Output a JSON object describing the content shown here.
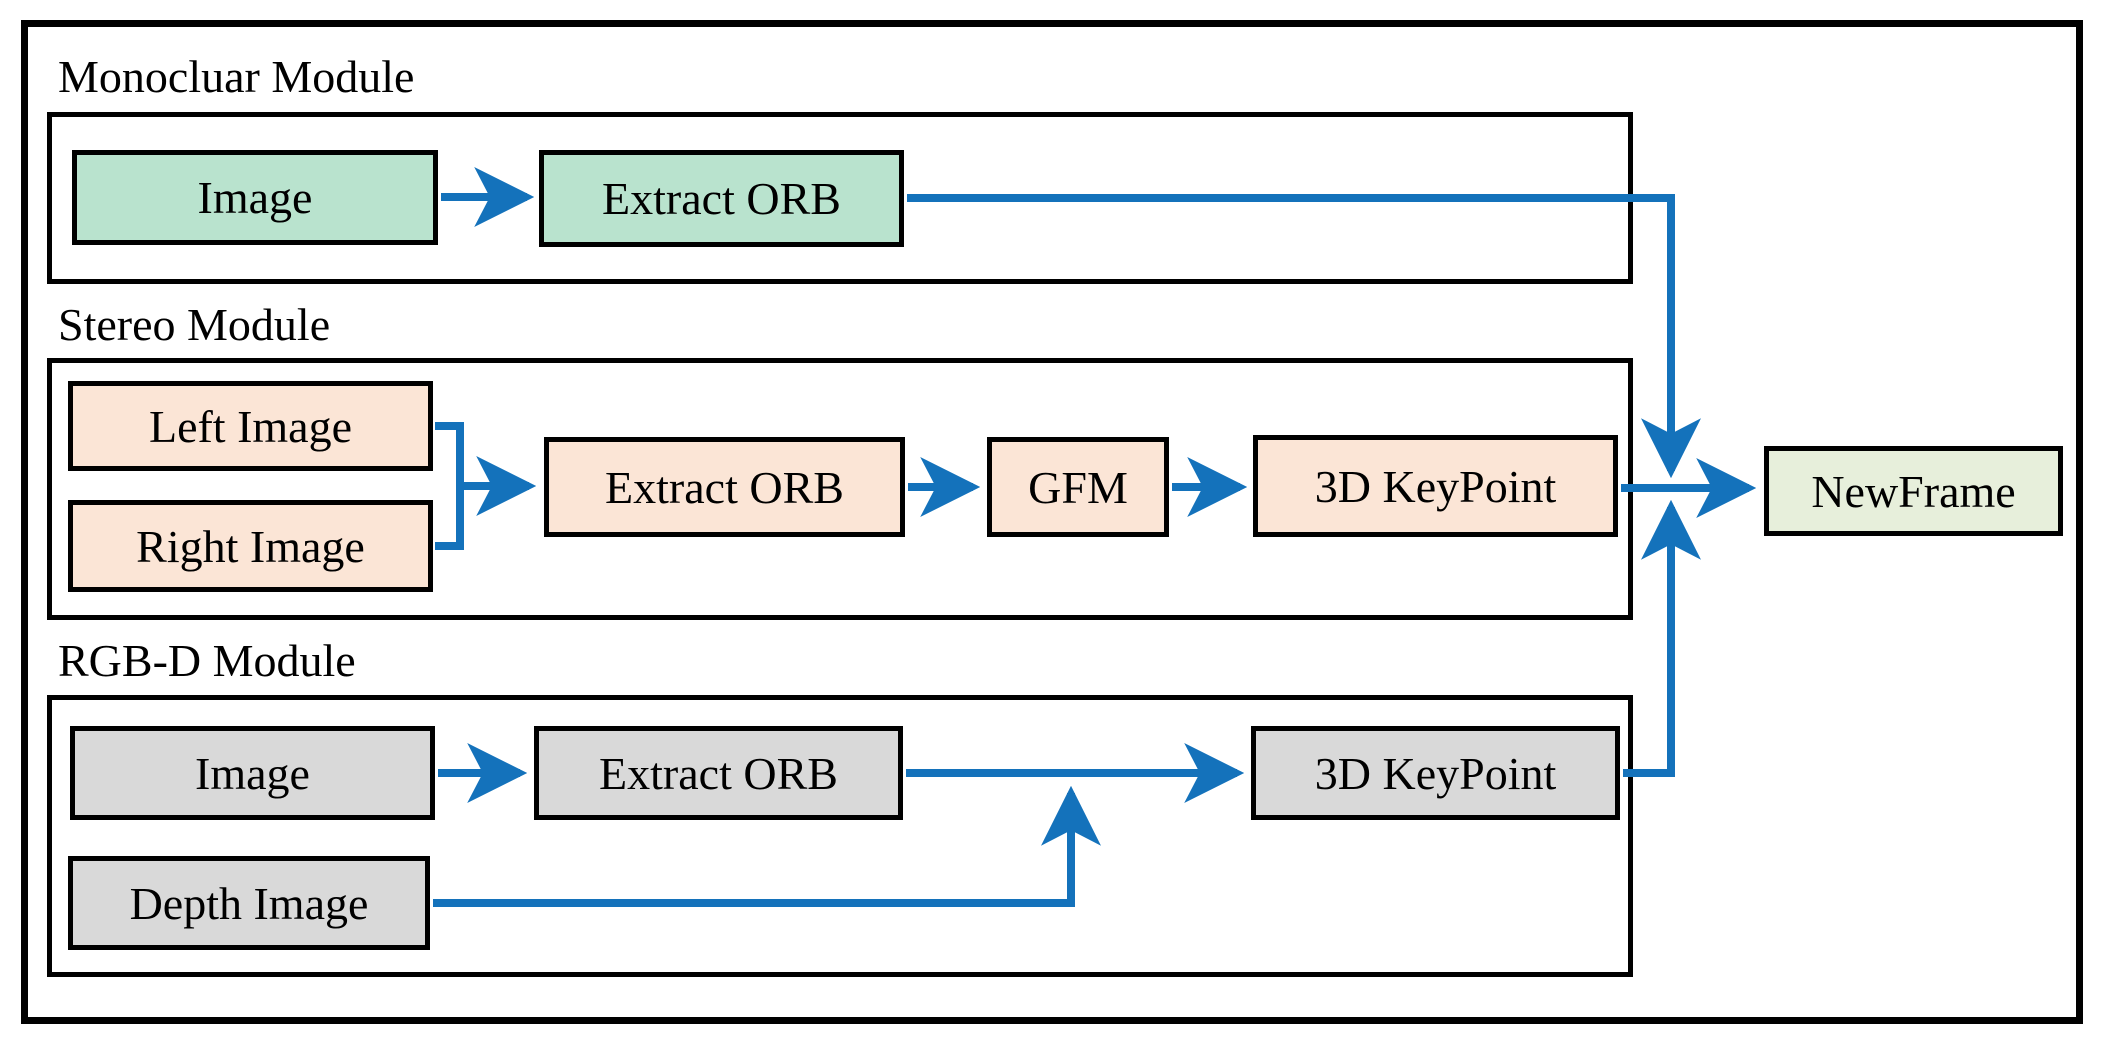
{
  "colors": {
    "connector_blue": "#1472bb",
    "mint_green": "#b9e3ce",
    "peach": "#fbe5d6",
    "gray": "#d9d9d9",
    "pale_green": "#e7efdb",
    "border_black": "#000000"
  },
  "modules": {
    "monocular": {
      "title": "Monocluar Module",
      "image": "Image",
      "extract_orb": "Extract ORB"
    },
    "stereo": {
      "title": "Stereo Module",
      "left_image": "Left Image",
      "right_image": "Right Image",
      "extract_orb": "Extract ORB",
      "gfm": "GFM",
      "keypoint_3d": "3D KeyPoint"
    },
    "rgbd": {
      "title": "RGB-D Module",
      "image": "Image",
      "extract_orb": "Extract ORB",
      "depth_image": "Depth Image",
      "keypoint_3d": "3D KeyPoint"
    }
  },
  "output": {
    "new_frame": "NewFrame"
  }
}
